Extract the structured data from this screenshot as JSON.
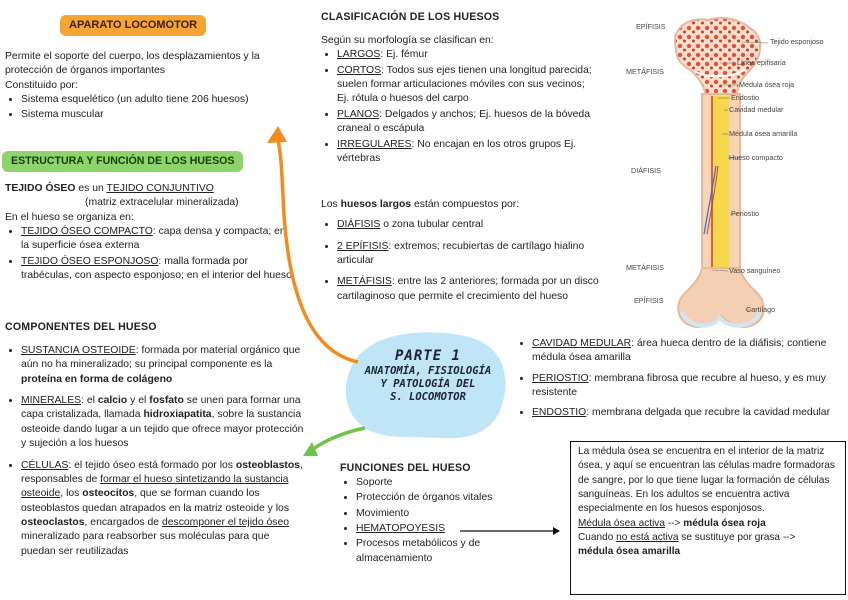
{
  "title_aparato": "APARATO LOCOMOTOR",
  "intro": {
    "line1": "Permite el soporte del cuerpo, los desplazamientos y la",
    "line2": "protección de órganos importantes",
    "constituido": "Constituido por:",
    "items": [
      "Sistema esquelético (un adulto tiene 206 huesos)",
      "Sistema muscular"
    ]
  },
  "title_estructura": "ESTRUCTURA Y FUNCIÓN DE LOS HUESOS",
  "tejido": {
    "a": "TEJIDO ÓSEO",
    "b": " es un ",
    "c": "TEJIDO CONJUNTIVO",
    "d": "(matriz extracelular mineralizada)",
    "organiza": "En el hueso se organiza en:",
    "compacto_t": "TEJIDO ÓSEO COMPACTO",
    "compacto_d": ": capa densa y compacta; en la superficie ósea externa",
    "esponjoso_t": "TEJIDO ÓSEO ESPONJOSO",
    "esponjoso_d": ": malla formada por trabéculas, con aspecto esponjoso; en el interior del hueso"
  },
  "componentes": {
    "title": "COMPONENTES DEL HUESO",
    "s_t": "SUSTANCIA OSTEOIDE",
    "s_d1": ": formada por material orgánico que aún no ha mineralizado; su principal componente es la ",
    "s_b": "proteína en forma de colágeno",
    "m_t": "MINERALES",
    "m_d1": ": el ",
    "m_b1": "calcio",
    "m_d2": " y el ",
    "m_b2": "fosfato",
    "m_d3": " se unen para formar una capa cristalizada, llamada ",
    "m_b3": "hidroxiapatita",
    "m_d4": ", sobre la sustancia osteoide dando lugar a un tejido que ofrece mayor protección y sujeción a los huesos",
    "c_t": "CÉLULAS",
    "c_d1": ": el tejido óseo está formado por los ",
    "c_b1": "osteoblastos",
    "c_d2": ", responsables de ",
    "c_u1": "formar el hueso sintetizando la sustancia osteoide",
    "c_d3": ", los ",
    "c_b2": "osteocitos",
    "c_d4": ", que se forman cuando los osteoblastos quedan atrapados en la matriz osteoide y los ",
    "c_b3": "osteoclastos",
    "c_d5": ", encargados de ",
    "c_u2": "descomponer el tejido óseo",
    "c_d6": " mineralizado para reabsorber sus moléculas para que puedan ser reutilizadas"
  },
  "clasificacion": {
    "title": "CLASIFICACIÓN DE LOS HUESOS",
    "intro": "Según su morfología se clasifican en:",
    "largos_t": "LARGOS",
    "largos_d": ": Ej. fémur",
    "cortos_t": "CORTOS",
    "cortos_d": ": Todos sus ejes tienen una longitud parecida; suelen formar articulaciones móviles con sus vecinos; Ej. rótula o huesos del carpo",
    "planos_t": "PLANOS",
    "planos_d": ": Delgados y anchos; Ej. huesos de la bóveda craneal o escápula",
    "irreg_t": "IRREGULARES",
    "irreg_d": ": No encajan en los otros grupos Ej. vértebras"
  },
  "largos_parts": {
    "intro_a": "Los ",
    "intro_b": "huesos largos",
    "intro_c": " están compuestos por:",
    "diafisis_t": "DIÁFISIS",
    "diafisis_d": " o zona tubular central",
    "epifisis_t": "2 EPÍFISIS",
    "epifisis_d": ": extremos; recubiertas de cartílago hialino articular",
    "metafisis_t": "METÁFISIS",
    "metafisis_d": ": entre las 2 anteriores; formada por un disco cartilaginoso que permite el crecimiento del hueso"
  },
  "parte": {
    "l1": "PARTE 1",
    "l2": "ANATOMÍA, FISIOLOGÍA",
    "l3": "Y PATOLOGÍA DEL",
    "l4": "S. LOCOMOTOR"
  },
  "cavidad": {
    "cm_t": "CAVIDAD MEDULAR",
    "cm_d": ": área hueca dentro de la diáfisis; contiene médula ósea amarilla",
    "per_t": "PERIOSTIO",
    "per_d": ": membrana fibrosa que recubre al hueso, y es muy resistente",
    "end_t": "ENDOSTIO",
    "end_d": ": membrana delgada que recubre la cavidad medular"
  },
  "funciones": {
    "title": "FUNCIONES DEL HUESO",
    "items": [
      "Soporte",
      "Protección de órganos vitales",
      "Movimiento",
      "HEMATOPOYESIS",
      "Procesos metabólicos y de almacenamiento"
    ]
  },
  "medula": {
    "p": "La médula ósea se encuentra en el interior de la matriz ósea, y aquí se encuentran las células madre formadoras de sangre, por lo que tiene lugar la formación de células sanguíneas. En los adultos se encuentra activa especialmente en los huesos esponjosos.",
    "act_t": "Médula ósea activa",
    "act_arrow": " --> ",
    "act_b": "médula ósea roja",
    "inact_a": "Cuando ",
    "inact_u": "no está activa",
    "inact_b": " se sustituye por grasa --> ",
    "inact_c": "médula ósea amarilla"
  },
  "bone_labels": {
    "epifisis_top": "EPÍFISIS",
    "metafisis_top": "METÁFISIS",
    "diafisis": "DIÁFISIS",
    "metafisis_bot": "METÁFISIS",
    "epifisis_bot": "EPÍFISIS",
    "tejido_esponjoso": "Tejido esponjoso",
    "linea_epifisiaria": "Línea epifisaria",
    "medula_roja": "Médula ósea roja",
    "endostio": "Endostio",
    "cavidad_medular": "Cavidad medular",
    "medula_amarilla": "Médula ósea amarilla",
    "hueso_compacto": "Hueso compacto",
    "periostio": "Periostio",
    "vaso": "Vaso sanguíneo",
    "cartilago": "Cartílago"
  },
  "colors": {
    "orange_pill": "#f6a534",
    "green_pill": "#8fd46a",
    "blue_blob": "#bfe5f7",
    "arrow_orange": "#f28c1e",
    "arrow_green": "#6cc24a"
  }
}
